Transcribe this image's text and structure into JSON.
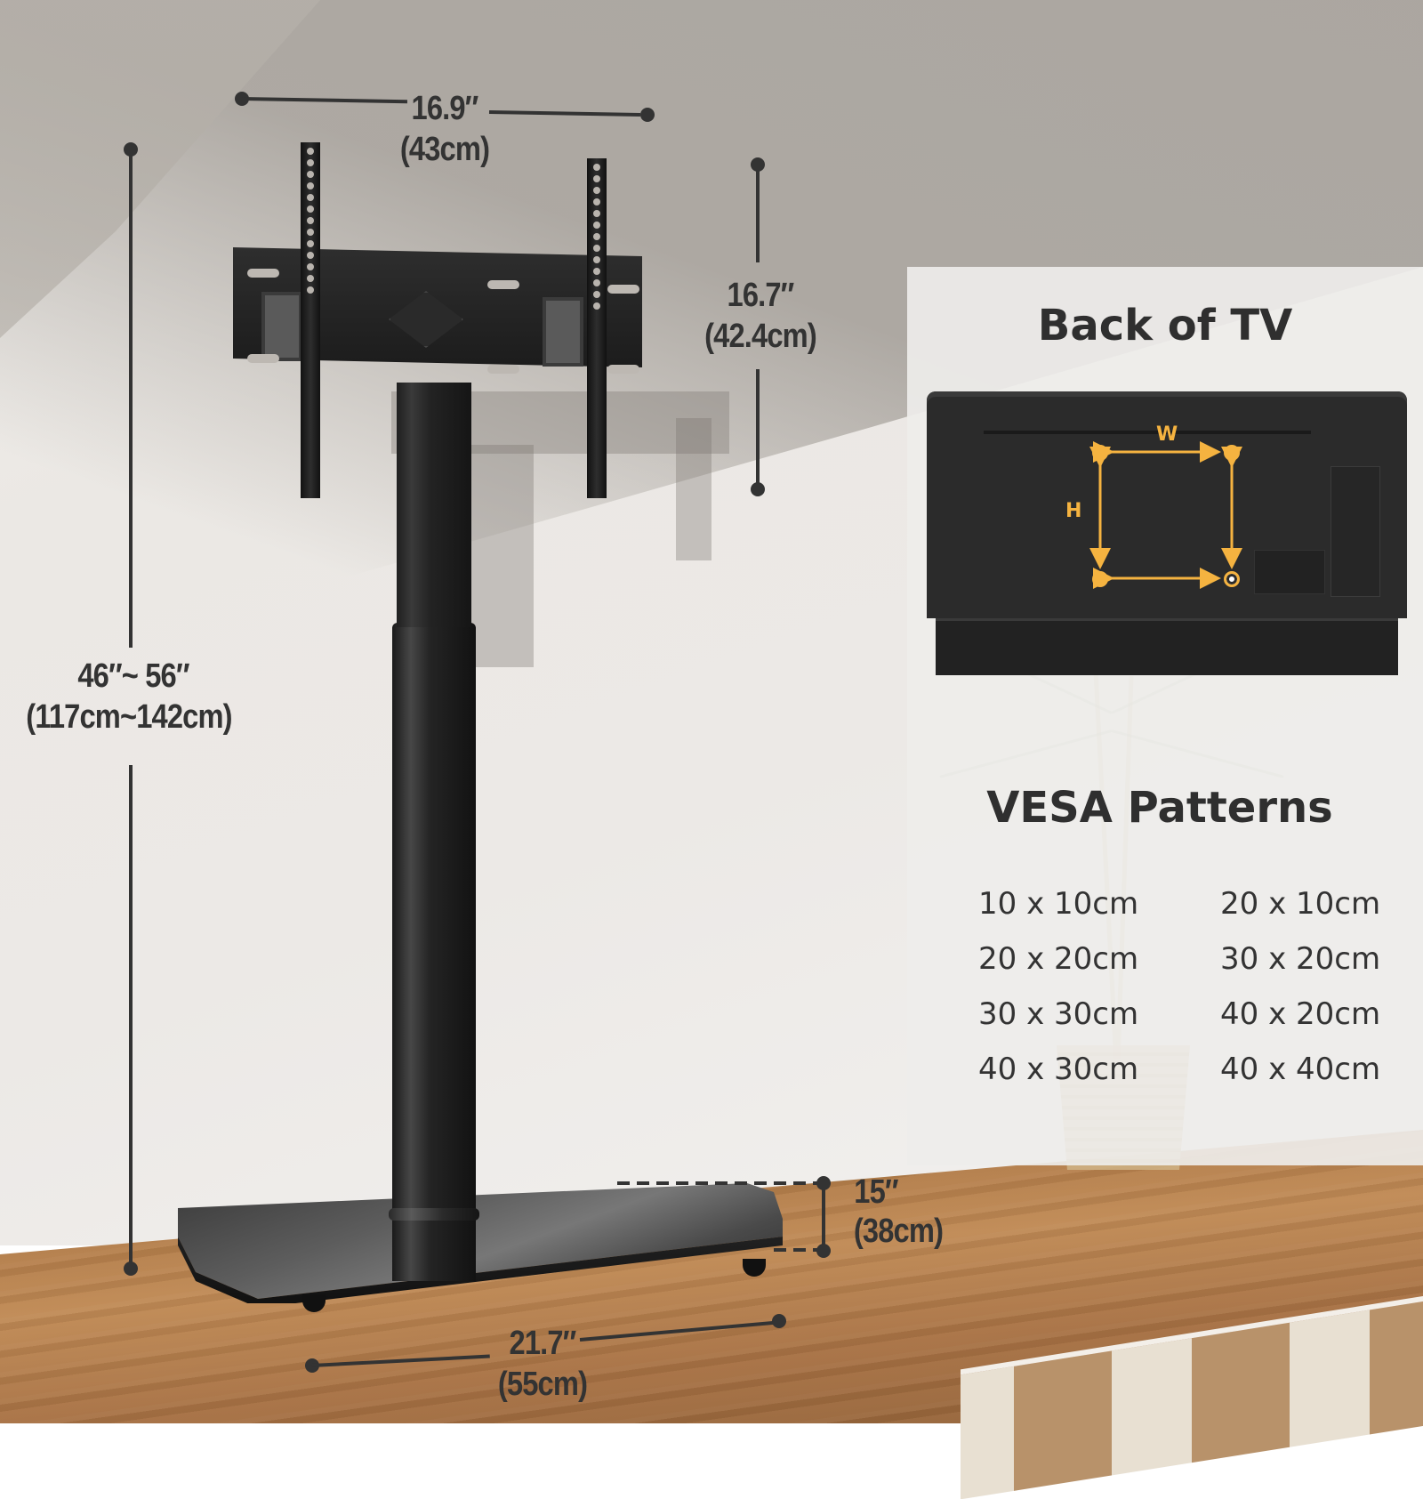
{
  "product": {
    "type": "floor TV stand with swivel mount",
    "colors": {
      "stand": "#1e1e1e",
      "text": "#333333",
      "accent": "#f5b340",
      "panel_bg": "#eeedea"
    }
  },
  "dimensions": {
    "mount_width": {
      "imperial": "16.9″",
      "metric": "(43cm)"
    },
    "mount_height": {
      "imperial": "16.7″",
      "metric": "(42.4cm)"
    },
    "total_height": {
      "imperial": "46″~ 56″",
      "metric": "(117cm~142cm)"
    },
    "base_depth": {
      "imperial": "15″",
      "metric": "(38cm)"
    },
    "base_width": {
      "imperial": "21.7″",
      "metric": "(55cm)"
    }
  },
  "panel": {
    "back_title": "Back of TV",
    "width_label": "W",
    "height_label": "H",
    "vesa_title": "VESA Patterns",
    "vesa_left": [
      "10 x 10cm",
      "20 x 20cm",
      "30 x 30cm",
      "40 x 30cm"
    ],
    "vesa_right": [
      "20 x 10cm",
      "30 x 20cm",
      "40 x 20cm",
      "40 x 40cm"
    ]
  }
}
